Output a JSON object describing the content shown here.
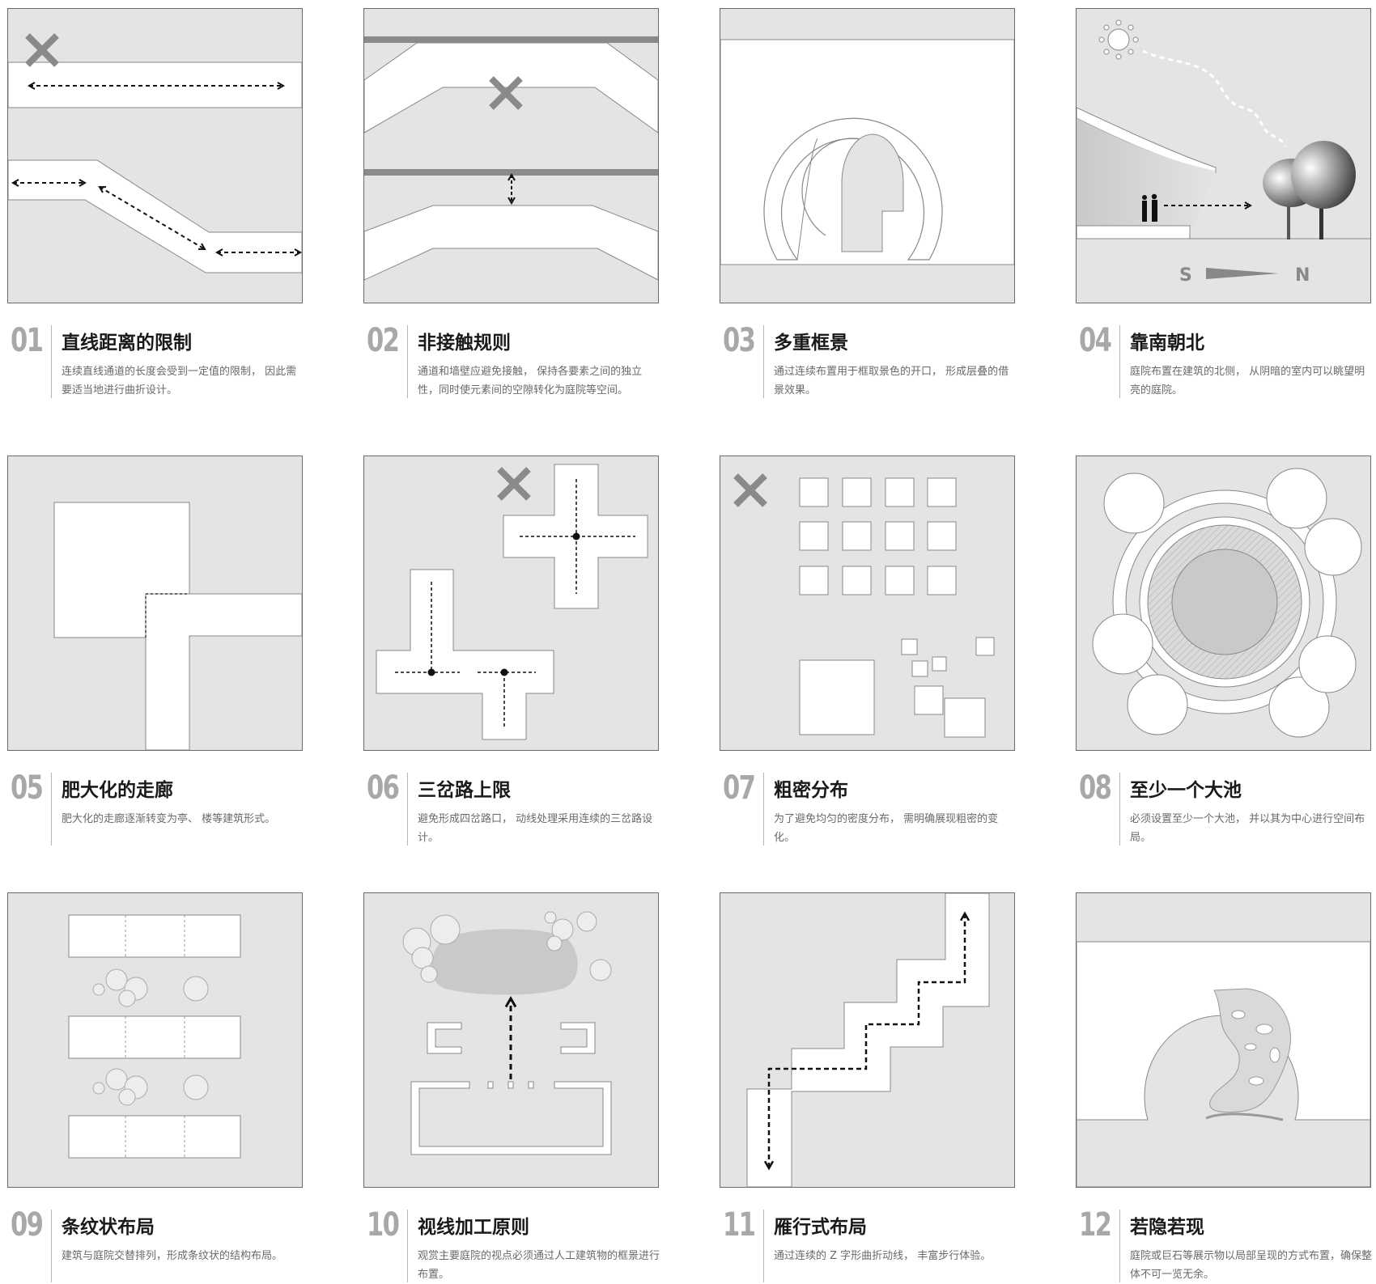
{
  "cards": [
    {
      "num": "01",
      "title": "直线距离的限制",
      "desc": "连续直线通道的长度会受到一定值的限制， 因此需要适当地进行曲折设计。"
    },
    {
      "num": "02",
      "title": "非接触规则",
      "desc": "通道和墙壁应避免接触， 保持各要素之间的独立性，同时使元素间的空隙转化为庭院等空间。"
    },
    {
      "num": "03",
      "title": "多重框景",
      "desc": "通过连续布置用于框取景色的开口， 形成层叠的借景效果。"
    },
    {
      "num": "04",
      "title": "靠南朝北",
      "desc": "庭院布置在建筑的北侧， 从阴暗的室内可以眺望明亮的庭院。",
      "label_s": "S",
      "label_n": "N"
    },
    {
      "num": "05",
      "title": "肥大化的走廊",
      "desc": "肥大化的走廊逐渐转变为亭、 楼等建筑形式。"
    },
    {
      "num": "06",
      "title": "三岔路上限",
      "desc": "避免形成四岔路口， 动线处理采用连续的三岔路设计。"
    },
    {
      "num": "07",
      "title": "粗密分布",
      "desc": "为了避免均匀的密度分布， 需明确展现粗密的变化。"
    },
    {
      "num": "08",
      "title": "至少一个大池",
      "desc": "必须设置至少一个大池， 并以其为中心进行空间布局。"
    },
    {
      "num": "09",
      "title": "条纹状布局",
      "desc": "建筑与庭院交替排列，形成条纹状的结构布局。"
    },
    {
      "num": "10",
      "title": "视线加工原则",
      "desc": "观赏主要庭院的视点必须通过人工建筑物的框景进行布置。"
    },
    {
      "num": "11",
      "title": "雁行式布局",
      "desc": "通过连续的 Z 字形曲折动线， 丰富步行体验。"
    },
    {
      "num": "12",
      "title": "若隐若现",
      "desc": "庭院或巨石等展示物以局部呈现的方式布置，确保整体不可一览无余。"
    }
  ]
}
